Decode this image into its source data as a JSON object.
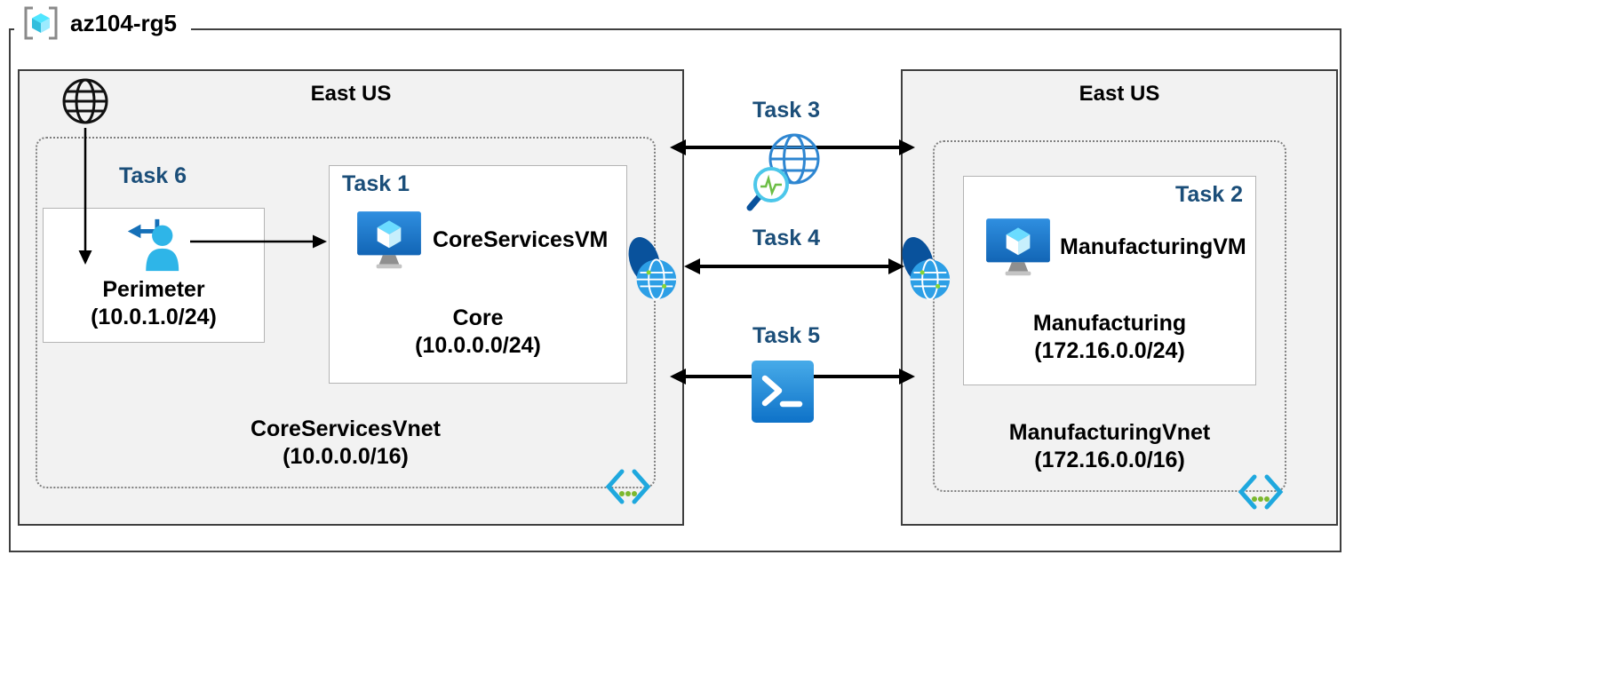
{
  "resource_group": {
    "label": "az104-rg5"
  },
  "left_region": {
    "name": "East US",
    "task6_label": "Task 6",
    "perimeter": {
      "name": "Perimeter",
      "cidr": "(10.0.1.0/24)"
    },
    "task1_label": "Task 1",
    "vm_name": "CoreServicesVM",
    "subnet_name": "Core",
    "subnet_cidr": "(10.0.0.0/24)",
    "vnet_name": "CoreServicesVnet",
    "vnet_cidr": "(10.0.0.0/16)"
  },
  "right_region": {
    "name": "East US",
    "task2_label": "Task 2",
    "vm_name": "ManufacturingVM",
    "subnet_name": "Manufacturing",
    "subnet_cidr": "(172.16.0.0/24)",
    "vnet_name": "ManufacturingVnet",
    "vnet_cidr": "(172.16.0.0/16)"
  },
  "connections": {
    "task3_label": "Task 3",
    "task4_label": "Task 4",
    "task5_label": "Task 5"
  },
  "icons": {
    "resource_group": "resource-group-icon",
    "internet": "internet-globe-icon",
    "user_arrow": "perimeter-user-icon",
    "virtual_machine": "virtual-machine-icon",
    "network_watcher": "network-watcher-icon",
    "vnet_peering": "vnet-peering-icon",
    "terminal": "powershell-terminal-icon",
    "virtual_network": "virtual-network-icon"
  },
  "colors": {
    "task_text": "#1B4E79",
    "region_fill": "#F2F2F2",
    "border_dark": "#3F3F3F",
    "azure_blue": "#2D9FE6",
    "accent_green": "#7CB82F"
  }
}
